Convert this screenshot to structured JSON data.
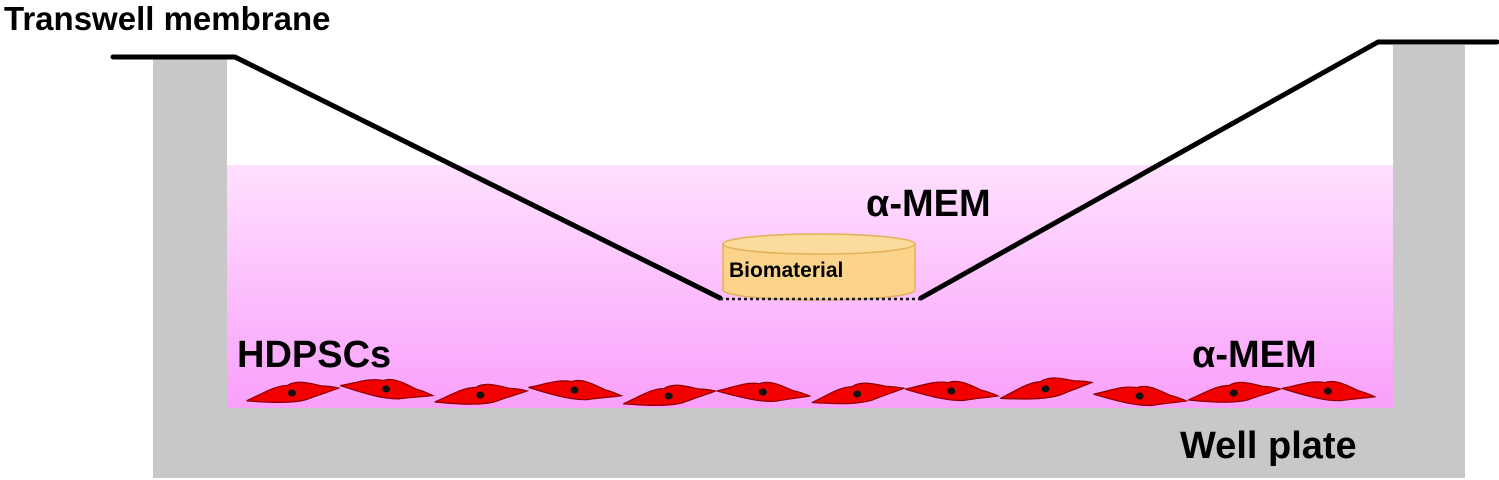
{
  "labels": {
    "transwell_membrane": "Transwell membrane",
    "medium_upper": "α-MEM",
    "cells": "HDPSCs",
    "medium_lower": "α-MEM",
    "well_plate": "Well plate",
    "biomaterial": "Biomaterial"
  },
  "colors": {
    "well_plate": "#c8c8c8",
    "medium_top": "#ffe0ff",
    "medium_bottom": "#f9a0fb",
    "biomaterial": "#fbd38a",
    "biomaterial_outline": "#e2b25a",
    "cell": "#f20000",
    "cell_outline": "#8a0000",
    "nucleus": "#111111",
    "membrane_line": "#000000"
  },
  "cell_count": 12
}
